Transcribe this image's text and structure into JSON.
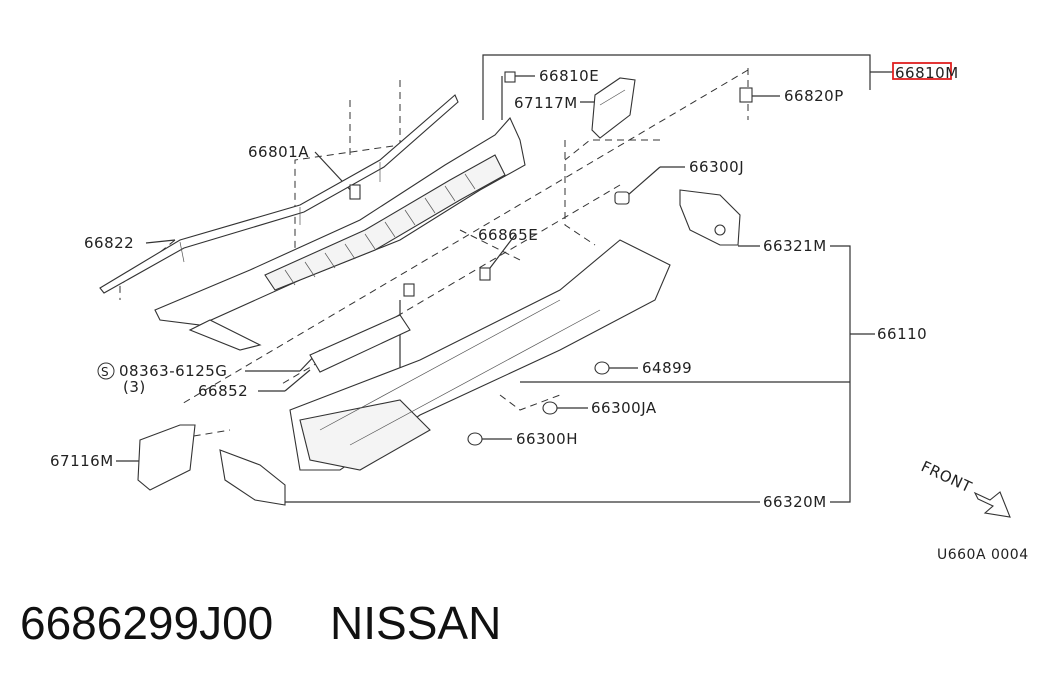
{
  "diagram": {
    "code": "U660A 0004",
    "front_label": "FRONT",
    "highlight_color": "#e02020",
    "labels": {
      "p66810M": "66810M",
      "p66810E": "66810E",
      "p67117M": "67117M",
      "p66820P": "66820P",
      "p66801A": "66801A",
      "p66300J": "66300J",
      "p66822": "66822",
      "p66865E": "66865E",
      "p66321M": "66321M",
      "p66110": "66110",
      "p08363": "08363-6125G",
      "p08363_qty": "(3)",
      "p08363_prefix": "S",
      "p66852": "66852",
      "p64899": "64899",
      "p66300JA": "66300JA",
      "p66300H": "66300H",
      "p67116M": "67116M",
      "p66320M": "66320M"
    }
  },
  "caption": {
    "part_number": "6686299J00",
    "brand": "NISSAN"
  }
}
